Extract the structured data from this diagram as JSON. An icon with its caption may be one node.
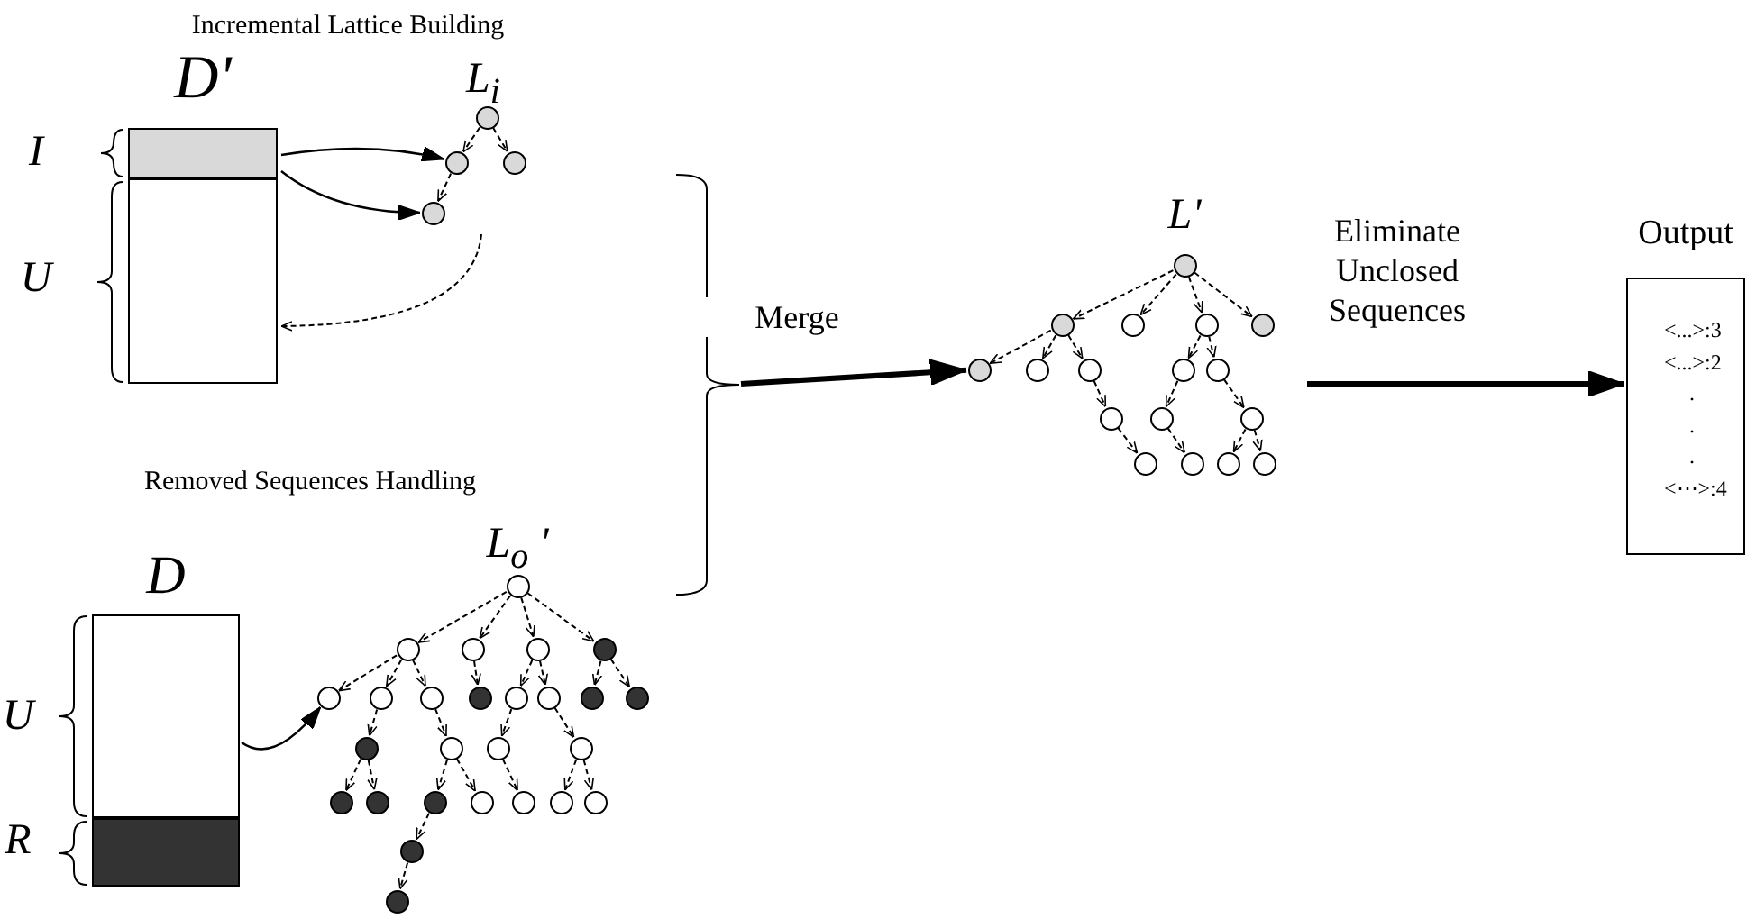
{
  "diagram": {
    "nodes": [
      {
        "text": [
          "D'"
        ]
      },
      {
        "text": [],
        "shape": "box",
        "in": 0
      },
      {
        "text": [],
        "shape": "box",
        "in": 0
      },
      {
        "text": [],
        "shape": "circle"
      },
      {
        "text": [],
        "shape": "circle"
      },
      {
        "text": [],
        "shape": "circle"
      },
      {
        "text": [],
        "shape": "circle"
      },
      {
        "text": [
          "D"
        ]
      },
      {
        "text": [],
        "shape": "box",
        "in": 7
      },
      {
        "text": [],
        "shape": "box",
        "in": 7
      },
      {
        "text": [],
        "shape": "circle"
      },
      {
        "text": [],
        "shape": "circle"
      },
      {
        "text": [],
        "shape": "circle"
      },
      {
        "text": [],
        "shape": "circle"
      },
      {
        "text": [],
        "shape": "circle"
      },
      {
        "text": [],
        "shape": "circle"
      },
      {
        "text": [],
        "shape": "circle"
      },
      {
        "text": [],
        "shape": "circle"
      },
      {
        "text": [],
        "shape": "circle"
      },
      {
        "text": [],
        "shape": "circle"
      },
      {
        "text": [],
        "shape": "circle"
      },
      {
        "text": [],
        "shape": "circle"
      },
      {
        "text": [],
        "shape": "circle"
      },
      {
        "text": [],
        "shape": "circle"
      },
      {
        "text": [],
        "shape": "circle"
      },
      {
        "text": [],
        "shape": "circle"
      },
      {
        "text": [],
        "shape": "circle"
      },
      {
        "text": [],
        "shape": "circle"
      },
      {
        "text": [],
        "shape": "circle"
      },
      {
        "text": [],
        "shape": "circle"
      },
      {
        "text": [],
        "shape": "circle"
      },
      {
        "text": [],
        "shape": "circle"
      },
      {
        "text": [],
        "shape": "circle"
      },
      {
        "text": [],
        "shape": "circle"
      },
      {
        "text": [],
        "shape": "circle"
      },
      {
        "text": [],
        "shape": "circle"
      },
      {
        "text": [],
        "shape": "circle"
      },
      {
        "text": [],
        "shape": "circle"
      },
      {
        "text": [],
        "shape": "circle"
      },
      {
        "text": [],
        "shape": "circle"
      },
      {
        "text": [],
        "shape": "circle"
      },
      {
        "text": [],
        "shape": "circle"
      },
      {
        "text": [],
        "shape": "circle"
      },
      {
        "text": [],
        "shape": "circle"
      },
      {
        "text": [],
        "shape": "circle"
      },
      {
        "text": [],
        "shape": "circle"
      },
      {
        "text": [],
        "shape": "circle"
      },
      {
        "text": [],
        "shape": "circle"
      },
      {
        "text": [],
        "shape": "circle"
      },
      {
        "text": [],
        "shape": "circle"
      },
      {
        "text": [],
        "shape": "circle"
      },
      {
        "text": [],
        "shape": "circle"
      },
      {
        "text": [],
        "shape": "circle"
      },
      {
        "text": [
          "Output",
          "<...>:3",
          "<...>:2",
          ".",
          ".",
          ".",
          "<⋯>:4"
        ]
      },
      {
        "text": [],
        "shape": "brace"
      }
    ],
    "edges": [
      {
        "from": 3,
        "to": 4,
        "arrow": "to",
        "style": "dashed"
      },
      {
        "from": 3,
        "to": 5,
        "arrow": "to",
        "style": "dashed"
      },
      {
        "from": 4,
        "to": 6,
        "arrow": "to",
        "style": "dashed"
      },
      {
        "from": 10,
        "to": 11,
        "arrow": "to",
        "style": "dashed"
      },
      {
        "from": 10,
        "to": 12,
        "arrow": "to",
        "style": "dashed"
      },
      {
        "from": 10,
        "to": 13,
        "arrow": "to",
        "style": "dashed"
      },
      {
        "from": 10,
        "to": 14,
        "arrow": "to",
        "style": "dashed"
      },
      {
        "from": 11,
        "to": 15,
        "arrow": "to",
        "style": "dashed"
      },
      {
        "from": 11,
        "to": 16,
        "arrow": "to",
        "style": "dashed"
      },
      {
        "from": 11,
        "to": 17,
        "arrow": "to",
        "style": "dashed"
      },
      {
        "from": 12,
        "to": 18,
        "arrow": "to",
        "style": "dashed"
      },
      {
        "from": 13,
        "to": 19,
        "arrow": "to",
        "style": "dashed"
      },
      {
        "from": 13,
        "to": 20,
        "arrow": "to",
        "style": "dashed"
      },
      {
        "from": 14,
        "to": 21,
        "arrow": "to",
        "style": "dashed"
      },
      {
        "from": 14,
        "to": 22,
        "arrow": "to",
        "style": "dashed"
      },
      {
        "from": 16,
        "to": 23,
        "arrow": "to",
        "style": "dashed"
      },
      {
        "from": 17,
        "to": 24,
        "arrow": "to",
        "style": "dashed"
      },
      {
        "from": 19,
        "to": 25,
        "arrow": "to",
        "style": "dashed"
      },
      {
        "from": 20,
        "to": 26,
        "arrow": "to",
        "style": "dashed"
      },
      {
        "from": 23,
        "to": 27,
        "arrow": "to",
        "style": "dashed"
      },
      {
        "from": 23,
        "to": 28,
        "arrow": "to",
        "style": "dashed"
      },
      {
        "from": 24,
        "to": 29,
        "arrow": "to",
        "style": "dashed"
      },
      {
        "from": 24,
        "to": 30,
        "arrow": "to",
        "style": "dashed"
      },
      {
        "from": 25,
        "to": 31,
        "arrow": "to",
        "style": "dashed"
      },
      {
        "from": 26,
        "to": 32,
        "arrow": "to",
        "style": "dashed"
      },
      {
        "from": 26,
        "to": 33,
        "arrow": "to",
        "style": "dashed"
      },
      {
        "from": 29,
        "to": 34,
        "arrow": "to",
        "style": "dashed"
      },
      {
        "from": 34,
        "to": 35,
        "arrow": "to",
        "style": "dashed"
      },
      {
        "from": 36,
        "to": 37,
        "arrow": "to",
        "style": "dashed"
      },
      {
        "from": 36,
        "to": 38,
        "arrow": "to",
        "style": "dashed"
      },
      {
        "from": 36,
        "to": 39,
        "arrow": "to",
        "style": "dashed"
      },
      {
        "from": 36,
        "to": 40,
        "arrow": "to",
        "style": "dashed"
      },
      {
        "from": 37,
        "to": 41,
        "arrow": "to",
        "style": "dashed"
      },
      {
        "from": 37,
        "to": 42,
        "arrow": "to",
        "style": "dashed"
      },
      {
        "from": 37,
        "to": 43,
        "arrow": "to",
        "style": "dashed"
      },
      {
        "from": 39,
        "to": 44,
        "arrow": "to",
        "style": "dashed"
      },
      {
        "from": 39,
        "to": 45,
        "arrow": "to",
        "style": "dashed"
      },
      {
        "from": 43,
        "to": 46,
        "arrow": "to",
        "style": "dashed"
      },
      {
        "from": 44,
        "to": 47,
        "arrow": "to",
        "style": "dashed"
      },
      {
        "from": 45,
        "to": 48,
        "arrow": "to",
        "style": "dashed"
      },
      {
        "from": 46,
        "to": 49,
        "arrow": "to",
        "style": "dashed"
      },
      {
        "from": 47,
        "to": 50,
        "arrow": "to",
        "style": "dashed"
      },
      {
        "from": 48,
        "to": 51,
        "arrow": "to",
        "style": "dashed"
      },
      {
        "from": 48,
        "to": 52,
        "arrow": "to",
        "style": "dashed"
      },
      {
        "from": 1,
        "to": 4,
        "arrow": "to"
      },
      {
        "from": 1,
        "to": 6,
        "arrow": "to"
      },
      {
        "from": null,
        "to": 2,
        "arrow": "to",
        "style": "dashed"
      },
      {
        "from": 8,
        "to": 15,
        "arrow": "to"
      },
      {
        "from": 54,
        "to": 41,
        "arrow": "to",
        "style": "thick",
        "label": "Merge"
      },
      {
        "from": null,
        "to": 53,
        "arrow": "to",
        "style": "thick",
        "label": "Eliminate Unclosed Sequences"
      }
    ],
    "labels": [
      "Incremental Lattice Building",
      "L$_{i}$",
      "I",
      "U",
      "L'",
      "Removed Sequences Handling",
      "L$_{o}$ '",
      "U",
      "R"
    ]
  }
}
